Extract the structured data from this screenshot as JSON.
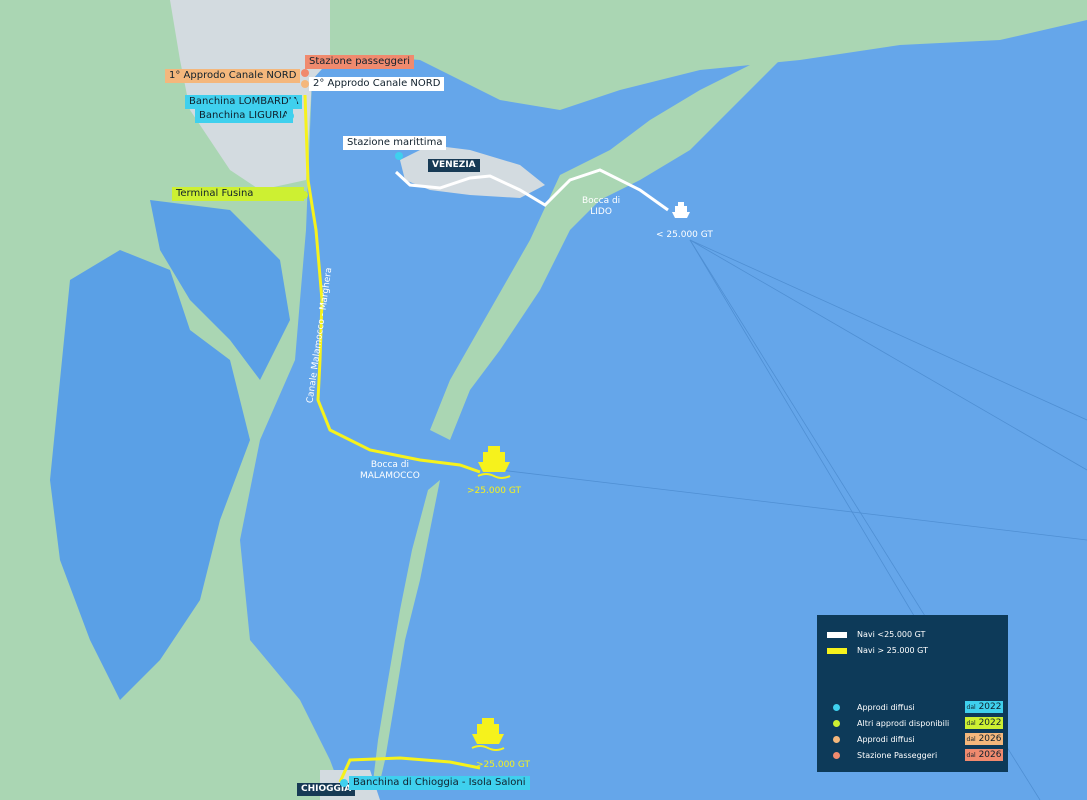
{
  "labels": {
    "approdo1": "1° Approdo Canale NORD",
    "stazione_passeggeri": "Stazione passeggeri",
    "approdo2": "2° Approdo Canale NORD",
    "banchina_lombardia": "Banchina LOMBARDIA",
    "banchina_liguria": "Banchina LIGURIA",
    "stazione_marittima": "Stazione marittima",
    "venezia": "VENEZIA",
    "terminal_fusina": "Terminal Fusina",
    "bocca_lido_1": "Bocca di",
    "bocca_lido_2": "LIDO",
    "bocca_malamocco_1": "Bocca di",
    "bocca_malamocco_2": "MALAMOCCO",
    "canale": "Canale Malamocco - Marghera",
    "chioggia": "CHIOGGIA",
    "banchina_chioggia": "Banchina di Chioggia - Isola Saloni"
  },
  "ships": {
    "lido_gt": "< 25.000 GT",
    "malamocco_gt": ">25.000 GT",
    "chioggia_gt": ">25.000 GT"
  },
  "legend": {
    "routes": [
      {
        "label": "Navi <25.000 GT",
        "color": "#ffffff"
      },
      {
        "label": "Navi > 25.000 GT",
        "color": "#f6f21c"
      }
    ],
    "items": [
      {
        "label": "Approdi diffusi",
        "color": "#3fd0ee",
        "prefix": "dal",
        "year": "2022",
        "year_color": "#3fd0ee"
      },
      {
        "label": "Altri approdi disponibili",
        "color": "#cdf032",
        "prefix": "dal",
        "year": "2022",
        "year_color": "#cdf032"
      },
      {
        "label": "Approdi diffusi",
        "color": "#f4b77c",
        "prefix": "dal",
        "year": "2026",
        "year_color": "#f4b77c"
      },
      {
        "label": "Stazione Passeggeri",
        "color": "#f08a6e",
        "prefix": "dal",
        "year": "2026",
        "year_color": "#f08a6e"
      }
    ]
  },
  "colors": {
    "sea": "#65a6ea",
    "land": "#aad6b3",
    "industrial": "#d3dbe0",
    "lagoon": "#5aa0e6",
    "white_route": "#ffffff",
    "yellow_route": "#f6f21c"
  }
}
